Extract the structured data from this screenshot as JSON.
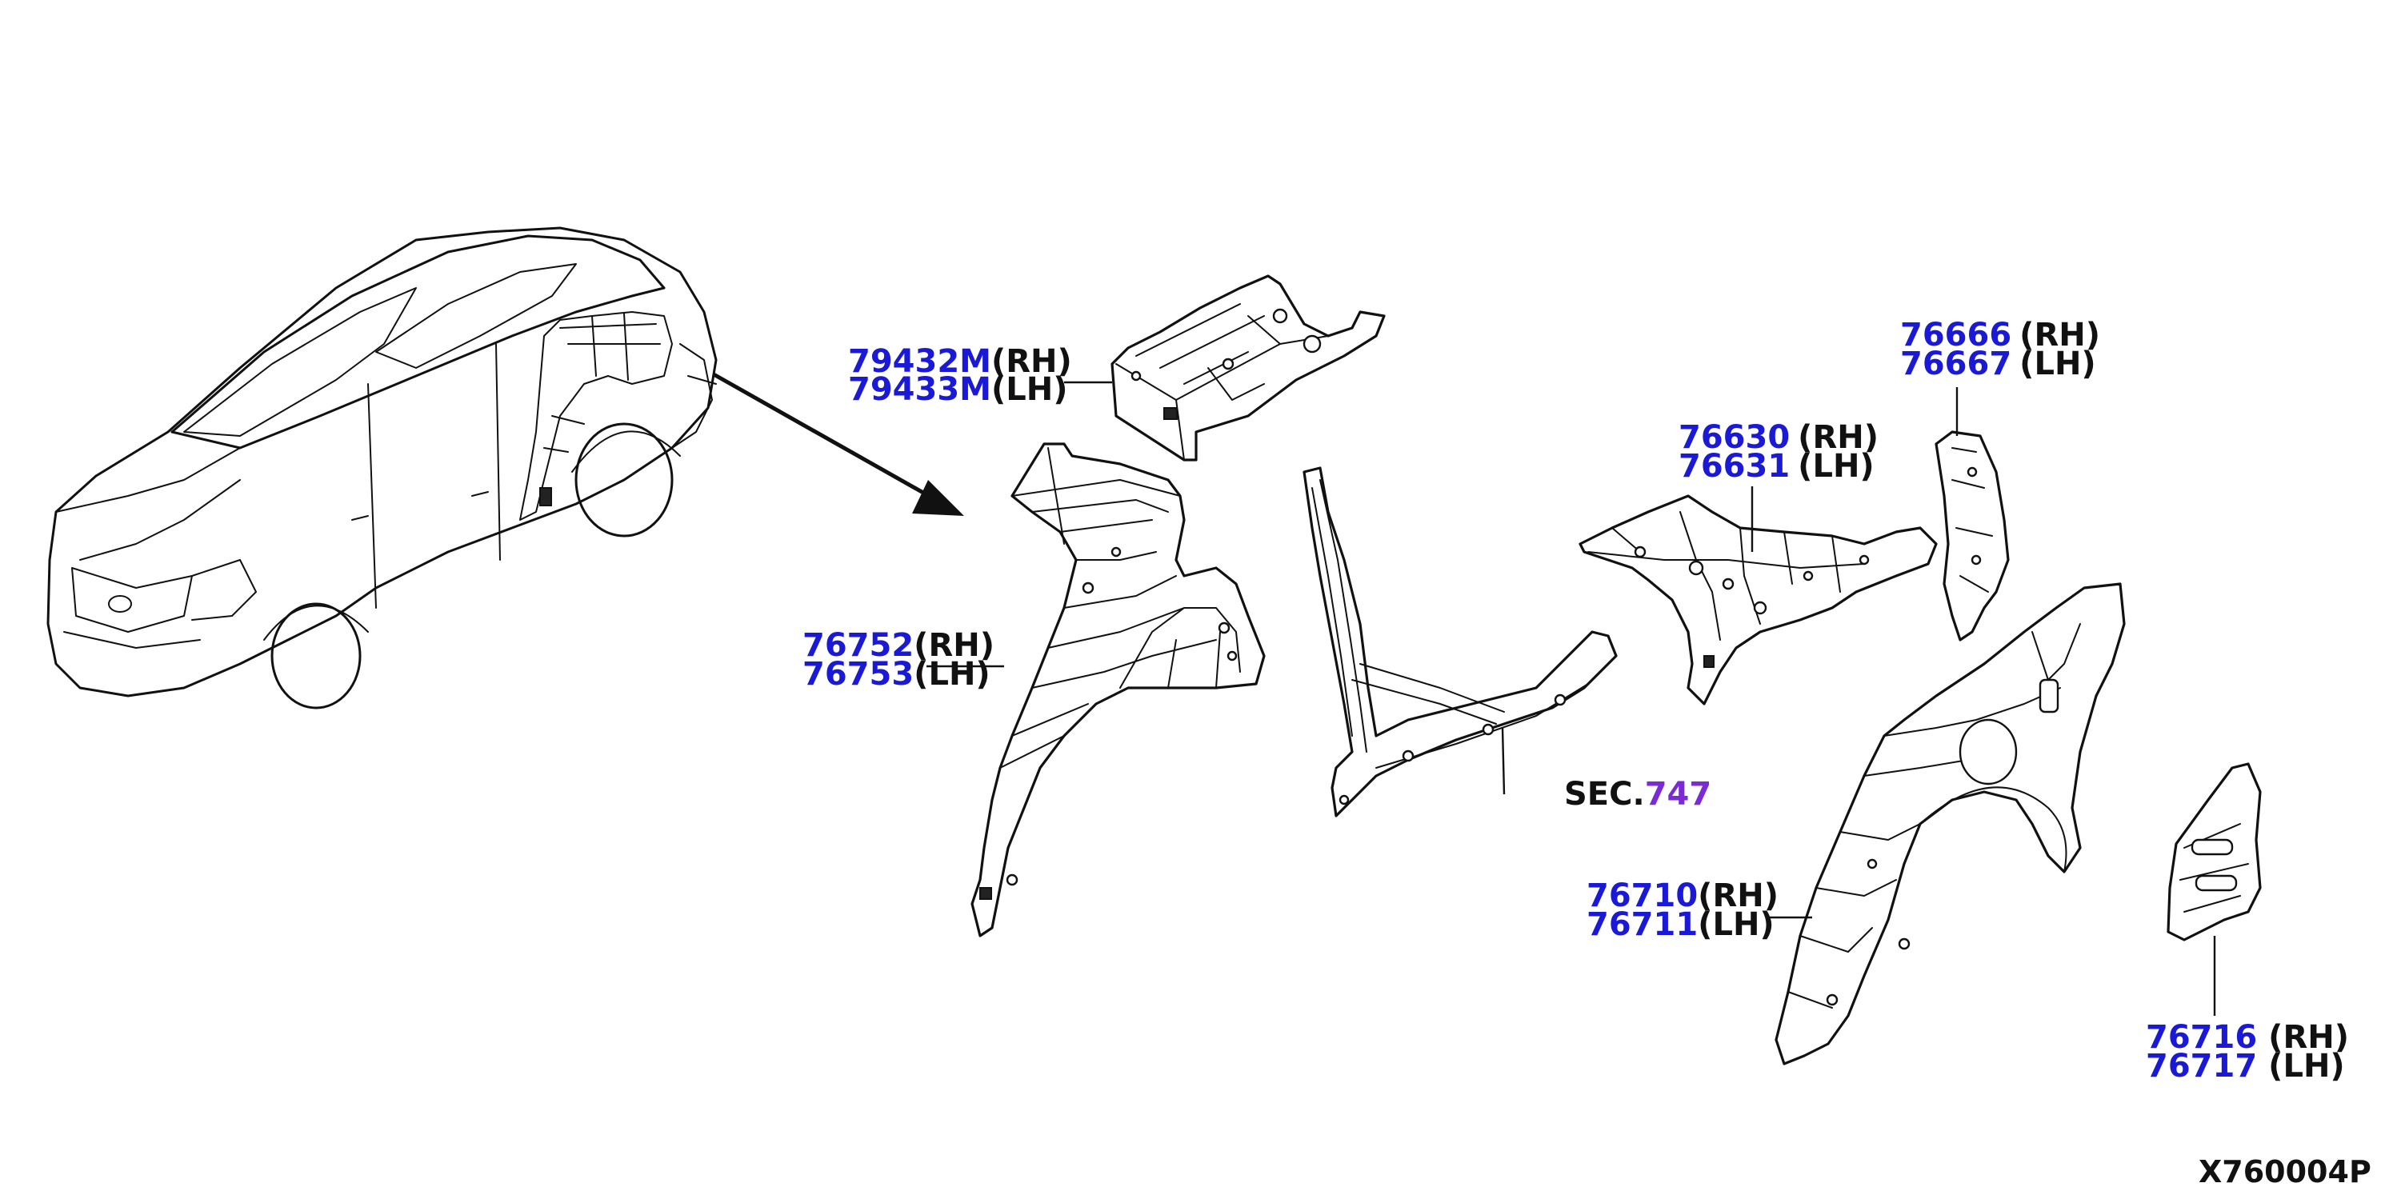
{
  "callouts": [
    {
      "id": "79432",
      "a": "79432M",
      "a_side": "(RH)",
      "b": "79433M",
      "b_side": "(LH)"
    },
    {
      "id": "76752",
      "a": "76752",
      "a_side": "(RH)",
      "b": "76753",
      "b_side": "(LH)"
    },
    {
      "id": "76630",
      "a": "76630",
      "a_side": "(RH)",
      "b": "76631",
      "b_side": "(LH)"
    },
    {
      "id": "76666",
      "a": "76666",
      "a_side": "(RH)",
      "b": "76667",
      "b_side": "(LH)"
    },
    {
      "id": "76710",
      "a": "76710",
      "a_side": "(RH)",
      "b": "76711",
      "b_side": "(LH)"
    },
    {
      "id": "76716",
      "a": "76716",
      "a_side": "(RH)",
      "b": "76717",
      "b_side": "(LH)"
    }
  ],
  "section_ref": {
    "prefix": "SEC.",
    "number": "747"
  },
  "diagram_code": "X760004P",
  "colors": {
    "part_number": "#1a1ad6",
    "side": "#111111",
    "section_number": "#7a2bd6",
    "line": "#111111"
  }
}
